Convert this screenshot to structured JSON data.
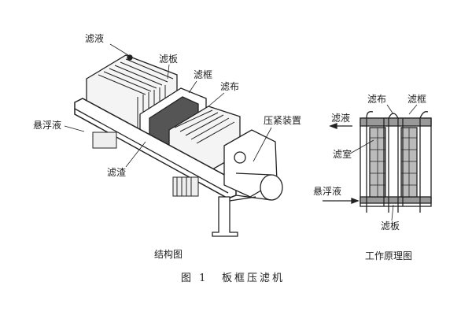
{
  "structure_diagram": {
    "labels": {
      "filtrate": "滤液",
      "filter_plate": "滤板",
      "filter_frame": "滤框",
      "filter_cloth": "滤布",
      "suspension": "悬浮液",
      "filter_cake": "滤渣",
      "pressing_device": "压紧装置"
    },
    "title": "结构图"
  },
  "principle_diagram": {
    "labels": {
      "filter_cloth": "滤布",
      "filter_frame": "滤框",
      "filtrate": "滤液",
      "filter_chamber": "滤室",
      "suspension": "悬浮液",
      "filter_plate": "滤板"
    },
    "title": "工作原理图"
  },
  "caption": {
    "number": "图 1",
    "title": "板框压滤机"
  }
}
